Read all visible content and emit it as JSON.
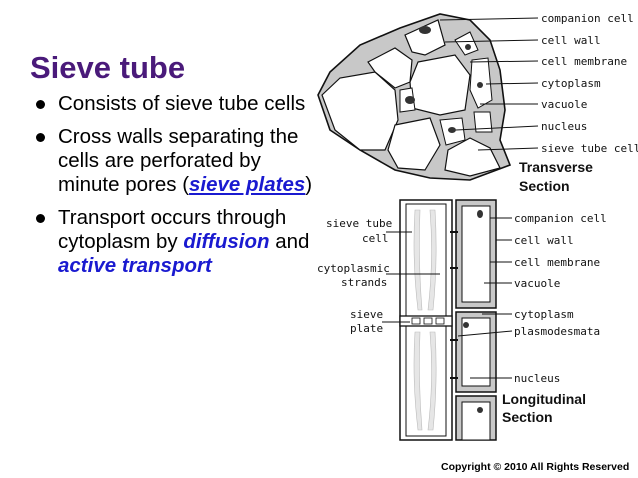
{
  "title": "Sieve tube",
  "bullets": [
    {
      "pre": "Consists of sieve tube cells"
    },
    {
      "pre": "Cross walls separating the cells are perforated by minute pores (",
      "hl": "sieve plates",
      "post": ")"
    },
    {
      "pre": "Transport occurs through cytoplasm by ",
      "hl1": "diffusion",
      "mid": " and ",
      "hl2": "active transport"
    }
  ],
  "transverse_labels": [
    "companion cell",
    "cell wall",
    "cell membrane",
    "cytoplasm",
    "vacuole",
    "nucleus",
    "sieve tube cell"
  ],
  "transverse_title": [
    "Transverse",
    "Section"
  ],
  "longitudinal_left_labels": [
    [
      "sieve tube",
      "cell"
    ],
    [
      "cytoplasmic",
      "strands"
    ],
    [
      "sieve",
      "plate"
    ]
  ],
  "longitudinal_right_labels": [
    "companion cell",
    "cell wall",
    "cell membrane",
    "vacuole",
    "cytoplasm",
    "plasmodesmata",
    "nucleus"
  ],
  "longitudinal_title": [
    "Longitudinal",
    "Section"
  ],
  "copyright": "Copyright © 2010 All Rights Reserved",
  "colors": {
    "title": "#4a1a7a",
    "highlight": "#1a1ad0",
    "wall_fill": "#c8c8c8"
  }
}
